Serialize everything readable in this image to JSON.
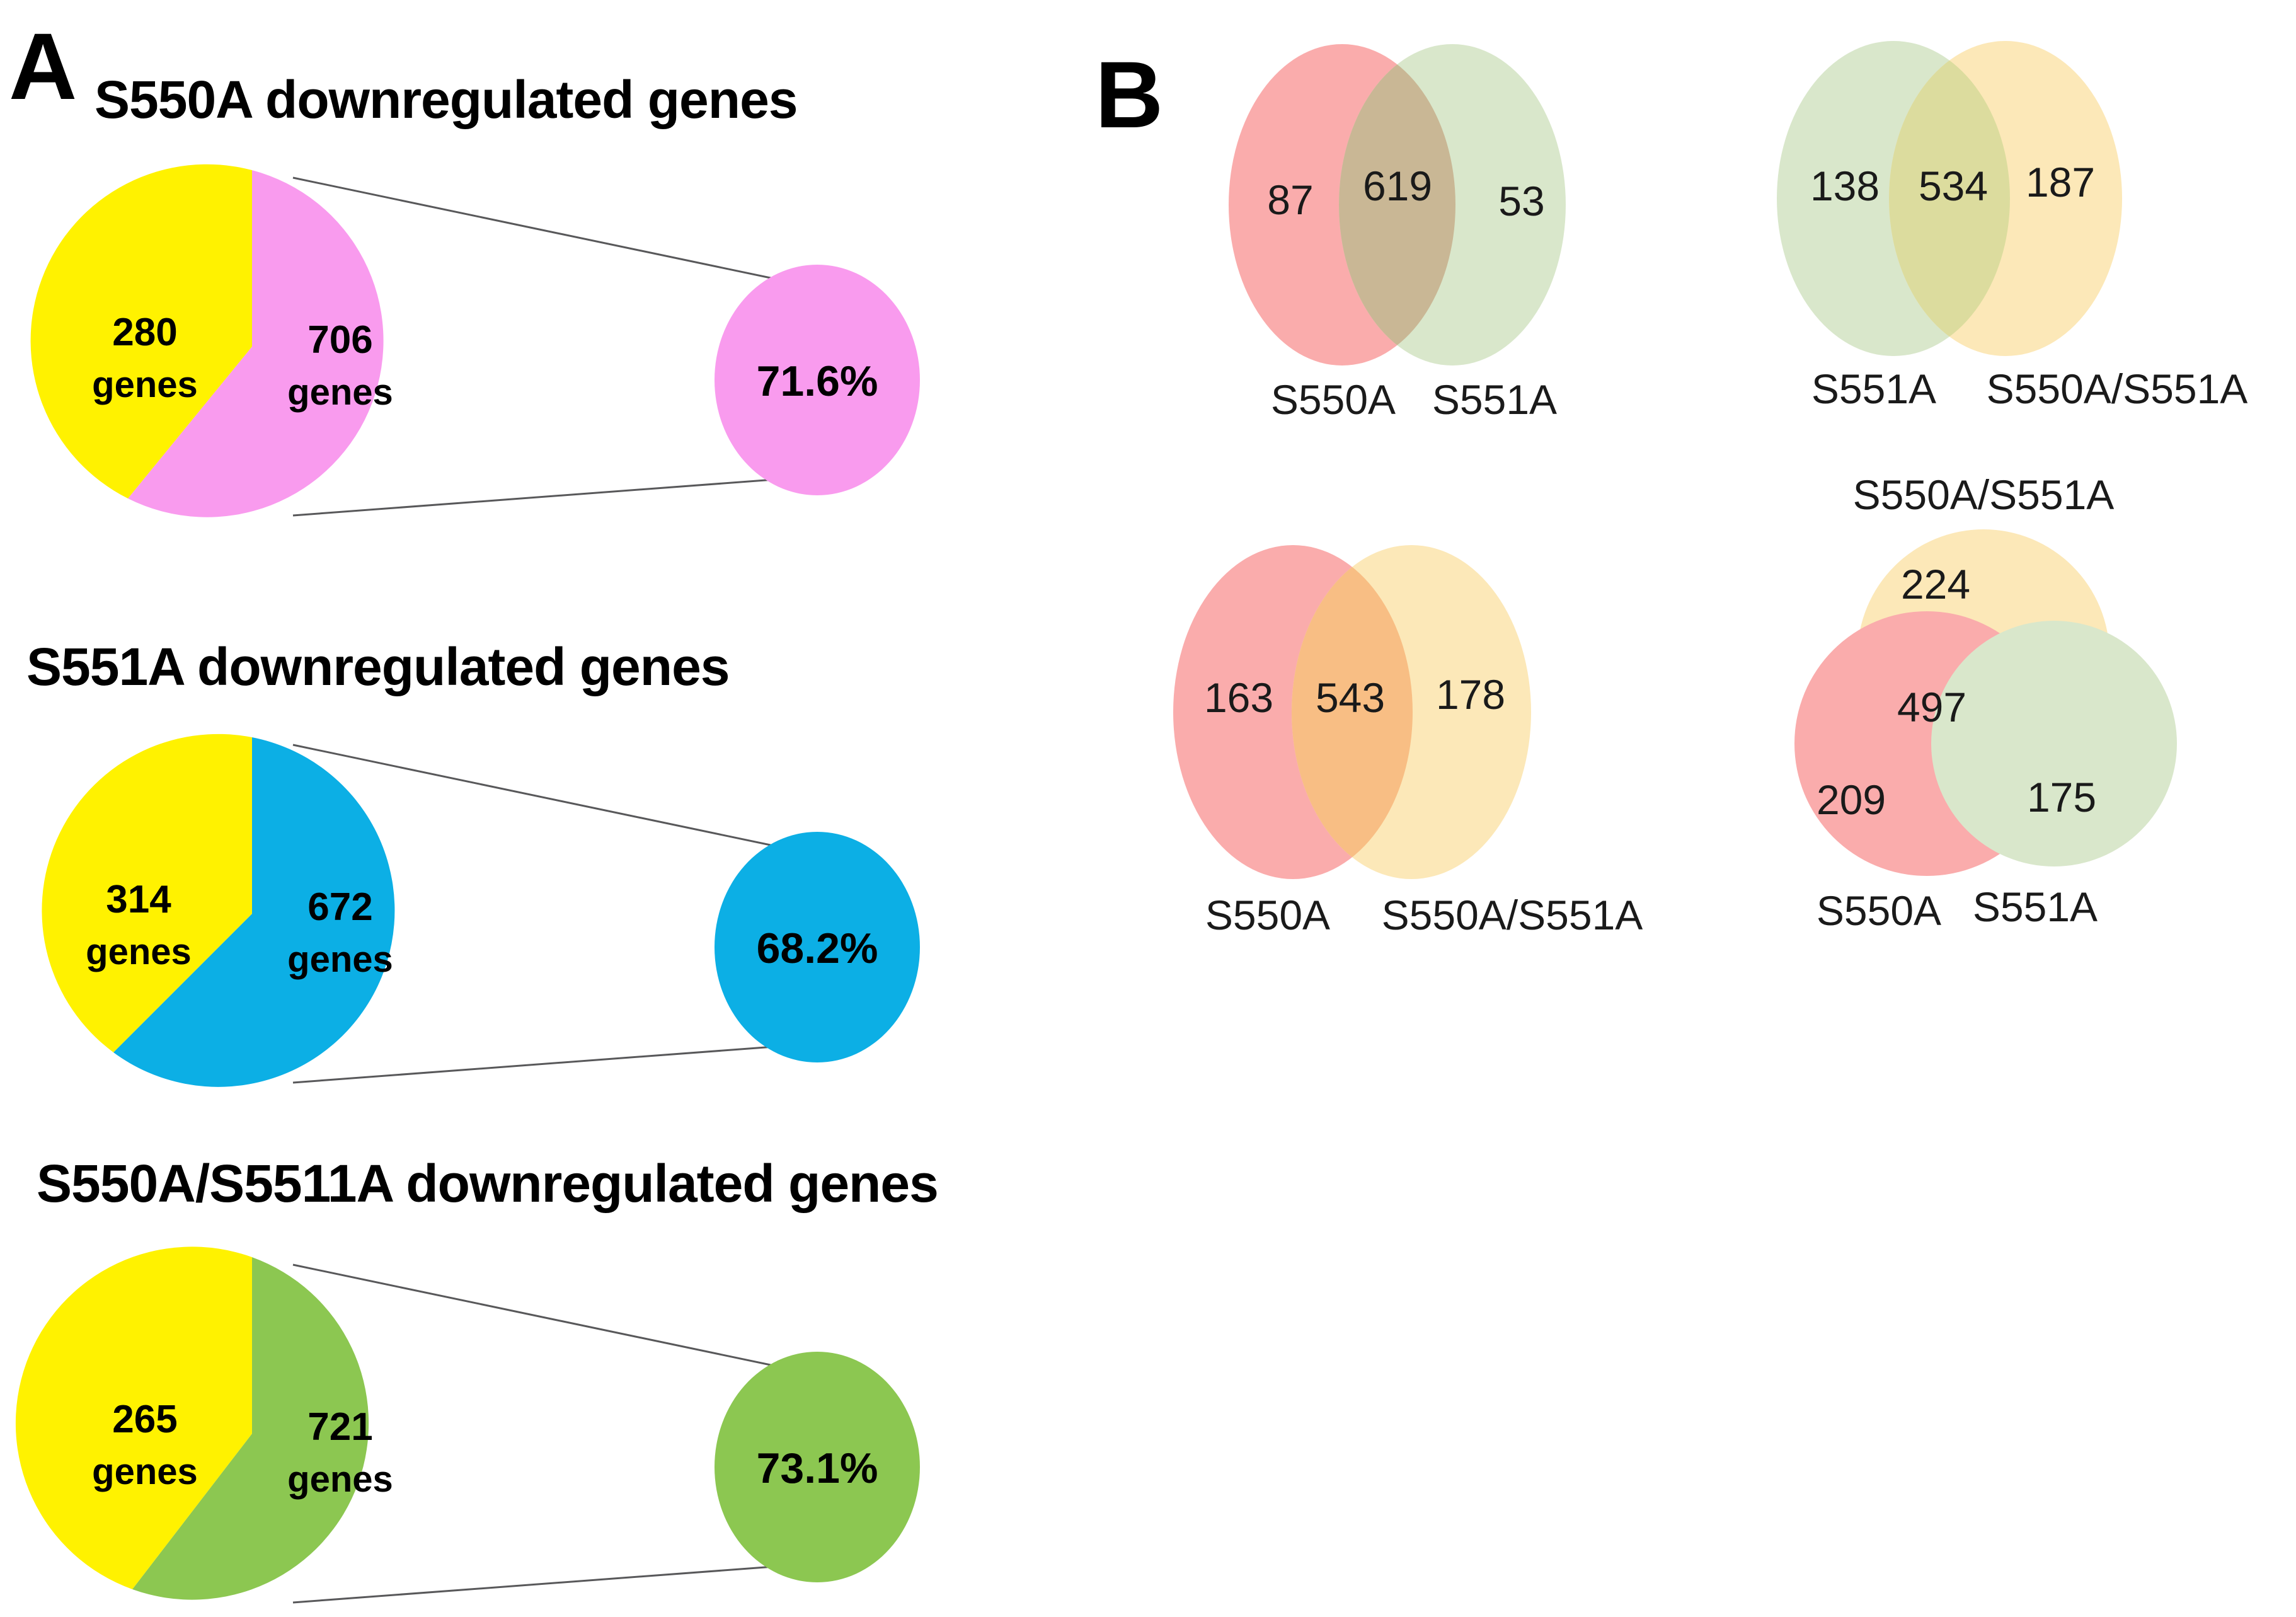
{
  "panels": {
    "a_letter": "A",
    "b_letter": "B"
  },
  "chart_data": [
    {
      "type": "pie",
      "id": "s550a-pie",
      "title": "S550A downregulated genes",
      "categories": [
        "706 genes",
        "280 genes"
      ],
      "values": [
        706,
        280
      ],
      "colors": [
        "#F99BEE",
        "#FFF200"
      ],
      "callout": {
        "label": "71.6%",
        "value": 71.6,
        "color": "#F99BEE"
      },
      "labels": {
        "main_value": "706",
        "main_unit": "genes",
        "other_value": "280",
        "other_unit": "genes"
      }
    },
    {
      "type": "pie",
      "id": "s551a-pie",
      "title": "S551A downregulated genes",
      "categories": [
        "672 genes",
        "314 genes"
      ],
      "values": [
        672,
        314
      ],
      "colors": [
        "#0CAFE5",
        "#FFF200"
      ],
      "callout": {
        "label": "68.2%",
        "value": 68.2,
        "color": "#0CAFE5"
      },
      "labels": {
        "main_value": "672",
        "main_unit": "genes",
        "other_value": "314",
        "other_unit": "genes"
      }
    },
    {
      "type": "pie",
      "id": "s550a-s5511a-pie",
      "title": "S550A/S5511A downregulated genes",
      "categories": [
        "721 genes",
        "265 genes"
      ],
      "values": [
        721,
        265
      ],
      "colors": [
        "#8CC751",
        "#FFF200"
      ],
      "callout": {
        "label": "73.1%",
        "value": 73.1,
        "color": "#8CC751"
      },
      "labels": {
        "main_value": "721",
        "main_unit": "genes",
        "other_value": "265",
        "other_unit": "genes"
      }
    },
    {
      "type": "venn",
      "id": "venn-s550a-s551a",
      "sets": 2,
      "set_labels": [
        "S550A",
        "S551A"
      ],
      "set_colors": [
        "#FAACAC",
        "#D9E7CB"
      ],
      "overlap_color": "#C9B795",
      "regions": {
        "left_only": "87",
        "intersection": "619",
        "right_only": "53"
      },
      "values": {
        "left_only": 87,
        "intersection": 619,
        "right_only": 53
      }
    },
    {
      "type": "venn",
      "id": "venn-s551a-double",
      "sets": 2,
      "set_labels": [
        "S551A",
        "S550A/S551A"
      ],
      "set_colors": [
        "#D9E7CB",
        "#FCE8B8"
      ],
      "overlap_color": "#DCDC9E",
      "regions": {
        "left_only": "138",
        "intersection": "534",
        "right_only": "187"
      },
      "values": {
        "left_only": 138,
        "intersection": 534,
        "right_only": 187
      }
    },
    {
      "type": "venn",
      "id": "venn-s550a-double",
      "sets": 2,
      "set_labels": [
        "S550A",
        "S550A/S551A"
      ],
      "set_colors": [
        "#FAACAC",
        "#FCE8B8"
      ],
      "overlap_color": "#F8BE84",
      "regions": {
        "left_only": "163",
        "intersection": "543",
        "right_only": "178"
      },
      "values": {
        "left_only": 163,
        "intersection": 543,
        "right_only": 178
      }
    },
    {
      "type": "venn",
      "id": "venn-three-way",
      "sets": 3,
      "set_labels": [
        "S550A/S551A",
        "S550A",
        "S551A"
      ],
      "set_colors": [
        "#FCE8B8",
        "#FAACAC",
        "#D9E7CB"
      ],
      "regions": {
        "top_only": "224",
        "center": "497",
        "left_only": "209",
        "right_only": "175"
      },
      "values": {
        "top_only": 224,
        "center": 497,
        "left_only": 209,
        "right_only": 175
      }
    }
  ],
  "colors": {
    "pink": "#F99BEE",
    "yellow": "#FFF200",
    "blue": "#0CAFE5",
    "green": "#8CC751",
    "venn_pink": "#FAACAC",
    "venn_green": "#D9E7CB",
    "venn_cream": "#FCE8B8",
    "leader_line": "#58585a"
  }
}
